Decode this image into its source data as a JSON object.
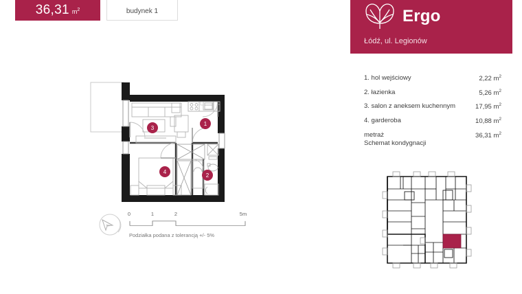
{
  "theme": {
    "brand_color": "#A9224A",
    "wall_color": "#1a1a1a",
    "line_color": "#9a9a9a"
  },
  "header": {
    "area_value": "36,31",
    "area_unit": "m",
    "area_unit_sup": "2",
    "building_label": "budynek 1"
  },
  "brand": {
    "name": "Ergo",
    "address": "Łódź, ul. Legionów",
    "logo_icon": "tulip-flower-logo"
  },
  "schedule": {
    "rows": [
      {
        "name": "1. hol wejściowy",
        "area": "2,22",
        "unit": "m",
        "sup": "2"
      },
      {
        "name": "2. łazienka",
        "area": "5,26",
        "unit": "m",
        "sup": "2"
      },
      {
        "name": "3. salon z aneksem kuchennym",
        "area": "17,95",
        "unit": "m",
        "sup": "2"
      },
      {
        "name": "4. garderoba",
        "area": "10,88",
        "unit": "m",
        "sup": "2"
      },
      {
        "name": "metraż",
        "area": "36,31",
        "unit": "m",
        "sup": "2"
      }
    ]
  },
  "schematic": {
    "title": "Schemat kondygnacji"
  },
  "scale": {
    "ticks": [
      "0",
      "1",
      "2",
      "5m"
    ],
    "note": "Podziałka podana z tolerancją +/- 5%",
    "compass_icon": "north-arrow-compass"
  },
  "plan": {
    "markers": [
      {
        "id": "1",
        "label": "1"
      },
      {
        "id": "2",
        "label": "2"
      },
      {
        "id": "3",
        "label": "3"
      },
      {
        "id": "4",
        "label": "4"
      }
    ]
  }
}
